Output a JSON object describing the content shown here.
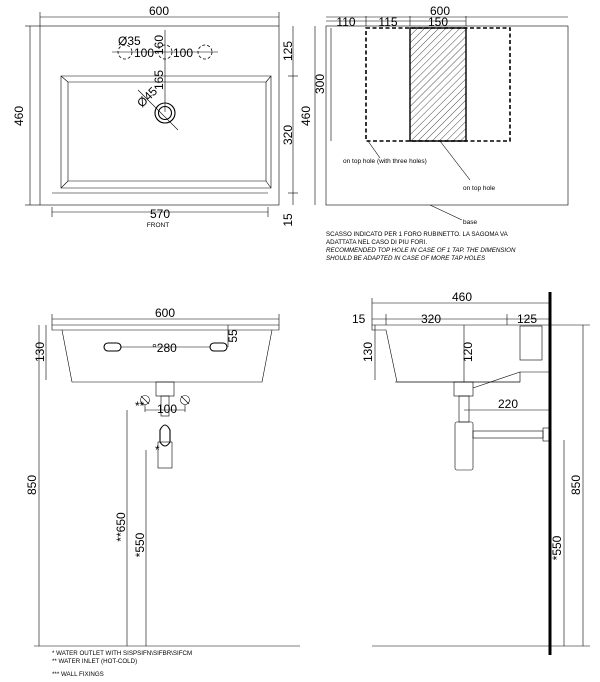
{
  "front_view": {
    "width_600": "600",
    "dia_35": "Ø35",
    "dim_100_left": "100",
    "dim_160": "160",
    "dim_100_right": "100",
    "dim_165": "165",
    "dia_45": "Ø45",
    "height_460": "460",
    "dim_125": "125",
    "dim_320": "320",
    "dim_15": "15",
    "width_570": "570",
    "front_label": "FRONT"
  },
  "top_hole_view": {
    "width_600": "600",
    "dim_110": "110",
    "dim_115": "115",
    "dim_150": "150",
    "dim_300": "300",
    "height_460": "460",
    "label_three_holes": "on top hole (with three holes)",
    "label_top_hole": "on top hole",
    "label_base": "base"
  },
  "notes": {
    "it_line1": "SCASSO INDICATO PER 1 FORO RUBINETTO. LA SAGOMA VA",
    "it_line2": "ADATTATA NEL CASO DI PIU FORI.",
    "en_line1": "RECOMMENDED TOP HOLE IN CASE OF 1 TAP. THE DIMENSION",
    "en_line2": "SHOULD BE ADAPTED IN CASE OF MORE TAP HOLES"
  },
  "elevation_view": {
    "width_600": "600",
    "dim_130": "130",
    "dim_280": "°280",
    "dim_55": "55",
    "mark_double_star": "**",
    "dim_100": "100",
    "mark_star": "*",
    "height_850": "850",
    "dim_650": "**650",
    "dim_550": "*550"
  },
  "side_view": {
    "width_460": "460",
    "dim_15": "15",
    "dim_320": "320",
    "dim_125": "125",
    "dim_130": "130",
    "dim_120": "120",
    "dim_220": "220",
    "height_850": "850",
    "dim_550": "*550"
  },
  "legend": {
    "line1": "* WATER OUTLET WITH SISPSIFN\\SIFBR\\SIFCM",
    "line2": "** WATER INLET  (HOT-COLD)",
    "line3": "*** WALL FIXINGS"
  }
}
